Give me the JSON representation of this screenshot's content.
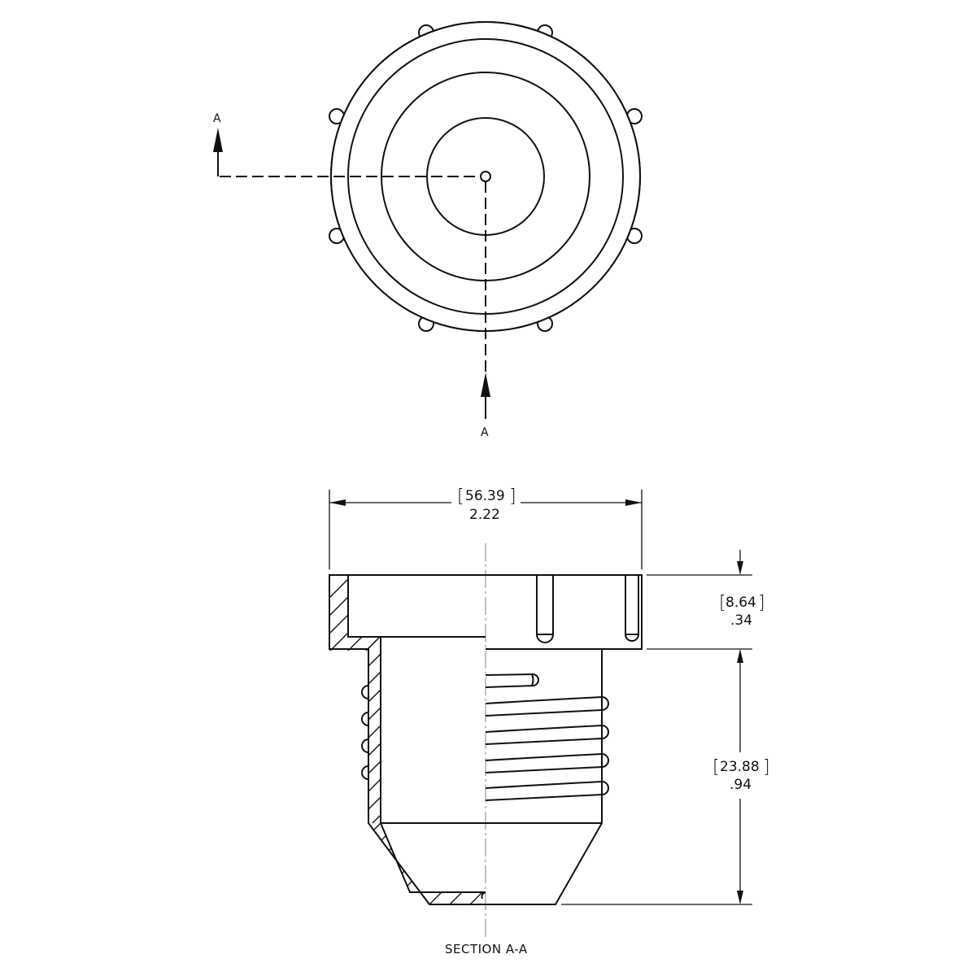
{
  "drawing": {
    "type": "technical-drawing",
    "subject": "threaded cap / plug with knurled flange",
    "line_color": "#111111",
    "background": "#ffffff"
  },
  "top_view": {
    "section_marker_left": {
      "label": "A"
    },
    "section_marker_bottom": {
      "label": "A"
    },
    "circles": [
      "outer-knurled-flange",
      "flange-inner",
      "body",
      "inner-recess",
      "center-point"
    ],
    "knob_count": 8
  },
  "section_view": {
    "title": "SECTION A-A",
    "dimensions": {
      "overall_width": {
        "metric": "56.39",
        "imperial": "2.22"
      },
      "flange_height": {
        "metric": "8.64",
        "imperial": ".34"
      },
      "body_height": {
        "metric": "23.88",
        "imperial": ".94"
      }
    },
    "thread_turns": 4
  }
}
